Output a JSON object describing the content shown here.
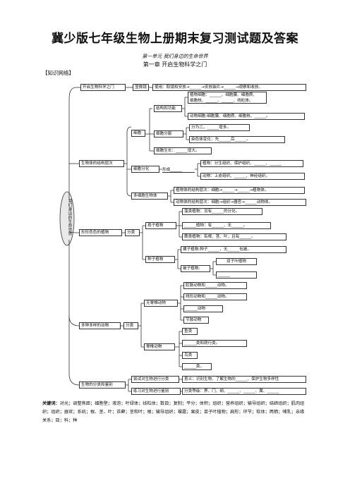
{
  "title": "冀少版七年级生物上册期末复习测试题及答案",
  "unit": "第一单元   我们身边的生命世界",
  "chapter": "第一章   开启生物科学之门",
  "section": "【知识网络】",
  "root": "我们身边的生命世界",
  "n_open": "开启生物科学之门",
  "n_micro": "显微镜",
  "t_micro": "使用：取镜和安放→______→安放装片→______→观察和收放。",
  "n_cellfunc": "结构和功能",
  "t_plantcell": "植物细胞：______、细胞膜、细胞质、",
  "t_plantcell2": "细胞核、______、______、线粒体。",
  "t_animalcell": "动物细胞:细胞膜、细胞质、细胞核、______。",
  "n_cell": "细胞",
  "n_division": "细胞分裂",
  "t_div1": "分为二，______增多。",
  "t_div2": "染色体变化：先______后______。",
  "t_growth": "细胞生长：______增大。",
  "n_levels": "生物体的结构层次",
  "n_diff": "细胞分化",
  "n_form": "形成______",
  "t_plant_tissue": "植物：分生组织、保护组织、______、______",
  "t_animal_tissue": "动物：上皮组织、______、神经组织。",
  "n_multicell": "多细胞生物体",
  "t_plant_level": "植物体的结构层次：细胞→______→______→植物体。",
  "t_animal_level": "动物体的结构层次：细胞→组织→器官→______动物体。",
  "n_plants": "形形色色的植物",
  "n_classify1": "分类",
  "n_spore": "孢子植物",
  "t_algae": "藻类植物：没有______的分化。",
  "t_moss": "______植物：有______、无______。",
  "t_fern": "蕨类植物：有根、茎、叶，且有______。",
  "n_seed": "种子植物",
  "t_gymno": "裸子植物:种子______，无______包被。",
  "n_angio": "被子植物:",
  "t_dicot": "双子叶植物",
  "t_monocot": "______",
  "n_animals": "多种多样的动物",
  "n_classify2": "分类",
  "n_invert": "无脊椎动物",
  "t_cnid": "腔肠动物和______动物。",
  "t_flat": "线形动物和______动物。",
  "t_mollusk": "______动物",
  "t_arthro": "节肢动物",
  "n_vert": "脊椎动物",
  "t_fish": "鱼类",
  "t_amph": "______类和爬行类。",
  "t_bird": "鸟类",
  "t_mammal": "______类。",
  "n_classid": "生物的分类和鉴别",
  "n_tryclass": "尝试对生物进行分类",
  "t_meaning": "意义：识别生物、了解生物的______、保护生物多样性",
  "n_tryid": "练习对生物进行鉴别",
  "t_ranks": "分类等级：界、门、纲、______、______、属、______",
  "keywords_label": "关键词：",
  "keywords": "对光；调整焦距；细胞壁；液泡；叶绿体；线粒体；数目；复制；平分；体积；组织；营养组织；输导组织；结缔组织；肌肉组织；组织；器官；系统；根、茎、叶；苔藓；茎和叶；根；输导组织；裸露；果皮；单子叶植物；扁形；环节；软体；两栖；哺乳；亲缘关系；目；科；种"
}
